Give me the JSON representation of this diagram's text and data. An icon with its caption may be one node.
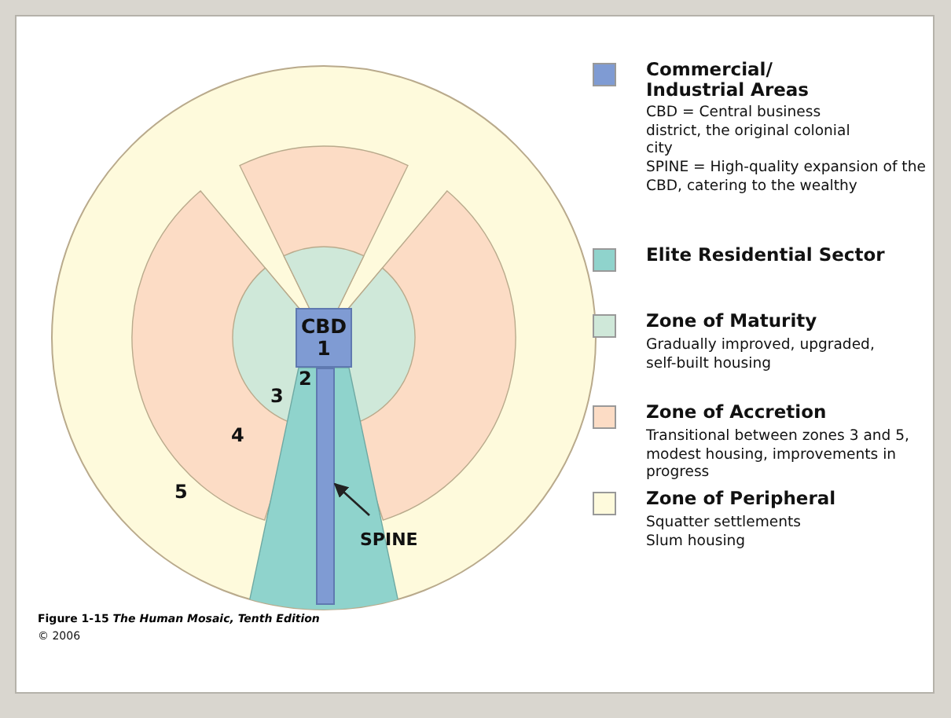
{
  "diagram": {
    "caption": "Figure 1-15 *The Human Mosaic, Tenth Edition*",
    "nodes": [
      {
        "text": [
          "CBD",
          "1"
        ]
      },
      {
        "text": [],
        "shape": "bar"
      },
      {
        "text": [
          "SPINE"
        ]
      }
    ],
    "edges": [
      {
        "from": 2,
        "to": 1,
        "arrow": "to"
      }
    ],
    "labels": [
      "CBD = Central business district, the original colonial city",
      "SPINE = High-quality expansion of the CBD, catering to the wealthy",
      "Gradually improved, upgraded, self-built housing",
      "Transitional between zones 3 and 5, modest housing, improvements in progress",
      "Squatter settlements",
      "Slum housing",
      "2",
      "3",
      "4",
      "5",
      "© 2006"
    ],
    "legend": [
      {
        "text": "Commercial/ Industrial Areas",
        "color": "#7f9bd3"
      },
      {
        "text": "Elite Residential Sector",
        "color": "#8fd3cc"
      },
      {
        "text": "Zone of Maturity",
        "color": "#cfe8d9"
      },
      {
        "text": "Zone of Accretion",
        "color": "#fcdcc5"
      },
      {
        "text": "Zone of Peripheral",
        "color": "#fefadc"
      }
    ]
  }
}
